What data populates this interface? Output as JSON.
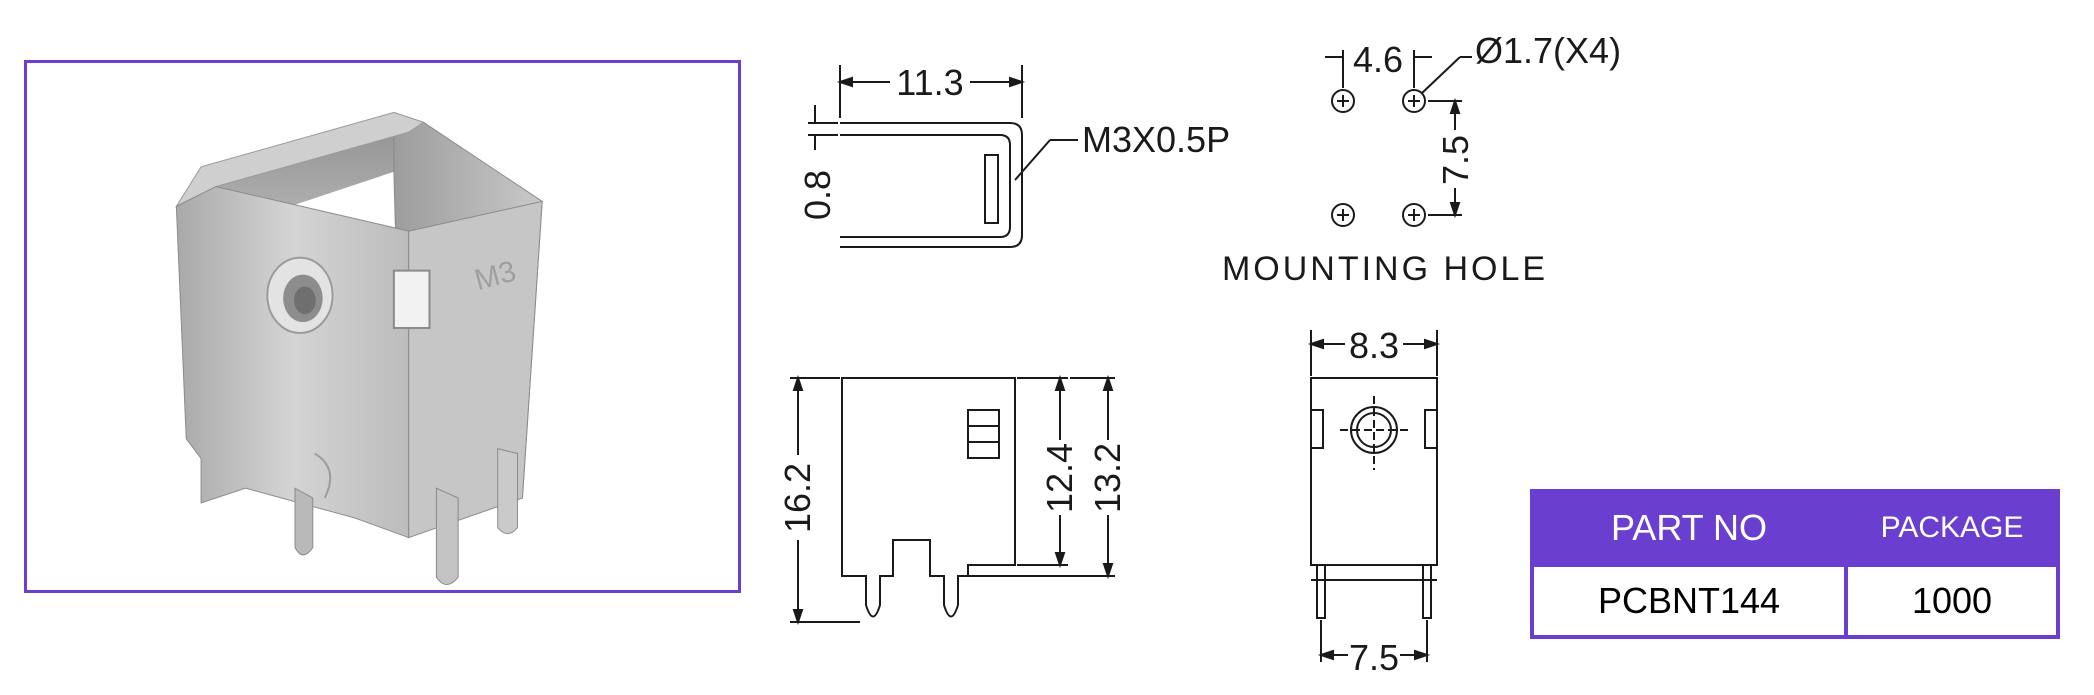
{
  "colors": {
    "accent": "#6a3fd0",
    "line": "#1a1a1a",
    "metal": "#bdbdbd"
  },
  "photo": {
    "alt": "pcb-screw-terminal-photo",
    "stamp": "M3"
  },
  "top_view": {
    "width_dim": "11.3",
    "thickness_dim": "0.8",
    "thread_label": "M3X0.5P"
  },
  "mounting_hole": {
    "spacing_x": "4.6",
    "hole_dia": "Ø1.7(X4)",
    "spacing_y": "7.5",
    "caption": "MOUNTING HOLE"
  },
  "side_view": {
    "height_total": "16.2",
    "height_inner": "12.4",
    "height_body": "13.2"
  },
  "front_view": {
    "width_top": "8.3",
    "width_bottom": "7.5"
  },
  "table": {
    "headers": [
      "PART NO",
      "PACKAGE"
    ],
    "row": [
      "PCBNT144",
      "1000"
    ]
  }
}
